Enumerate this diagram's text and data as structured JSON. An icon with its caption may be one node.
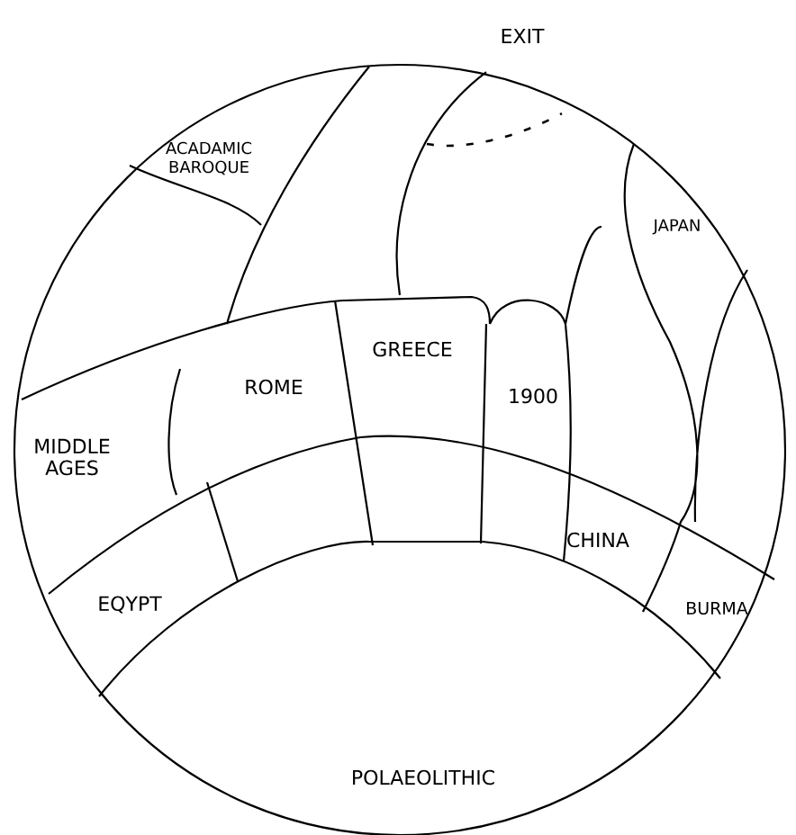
{
  "diagram": {
    "labels": [
      "EXIT",
      "ACADAMIC BAROQUE",
      "JAPAN",
      "GREECE",
      "ROME",
      "1900",
      "MIDDLE AGES",
      "CHINA",
      "EQYPT",
      "BURMA",
      "POLAEOLITHIC"
    ]
  }
}
